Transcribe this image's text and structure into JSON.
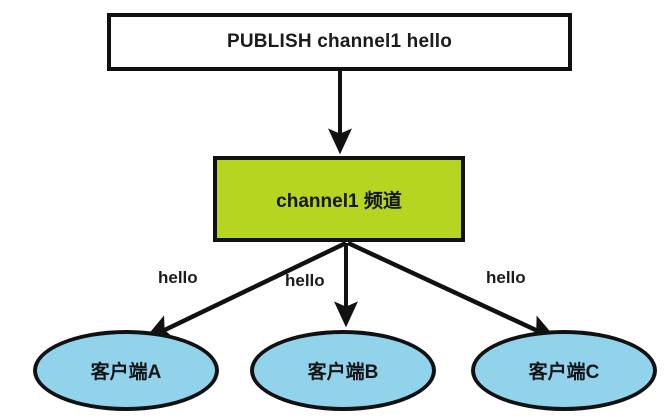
{
  "diagram": {
    "title": "Redis PUBLISH channel fan-out diagram",
    "background": "#ffffff",
    "colors": {
      "channel_fill": "#b5d520",
      "client_fill": "#92d3ec",
      "stroke": "#111111",
      "text": "#141414"
    },
    "command_box": {
      "label": "PUBLISH channel1 hello"
    },
    "channel_box": {
      "label": "channel1 频道"
    },
    "clients": [
      {
        "id": "a",
        "label": "客户端A"
      },
      {
        "id": "b",
        "label": "客户端B"
      },
      {
        "id": "c",
        "label": "客户端C"
      }
    ],
    "edges": [
      {
        "id": "publish-to-channel",
        "label": ""
      },
      {
        "id": "channel-to-client-a",
        "label": "hello"
      },
      {
        "id": "channel-to-client-b",
        "label": "hello"
      },
      {
        "id": "channel-to-client-c",
        "label": "hello"
      }
    ]
  }
}
